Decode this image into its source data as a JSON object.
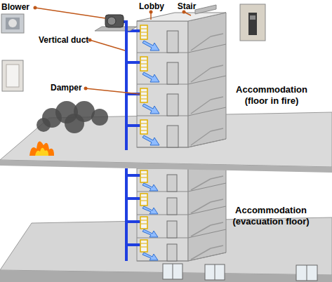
{
  "diagram": {
    "labels": [
      "Blower",
      "Lobby",
      "Stair",
      "Vertical duct",
      "Damper",
      "Accommodation (floor in fire)",
      "Accommodation (evacuation floor)"
    ]
  }
}
